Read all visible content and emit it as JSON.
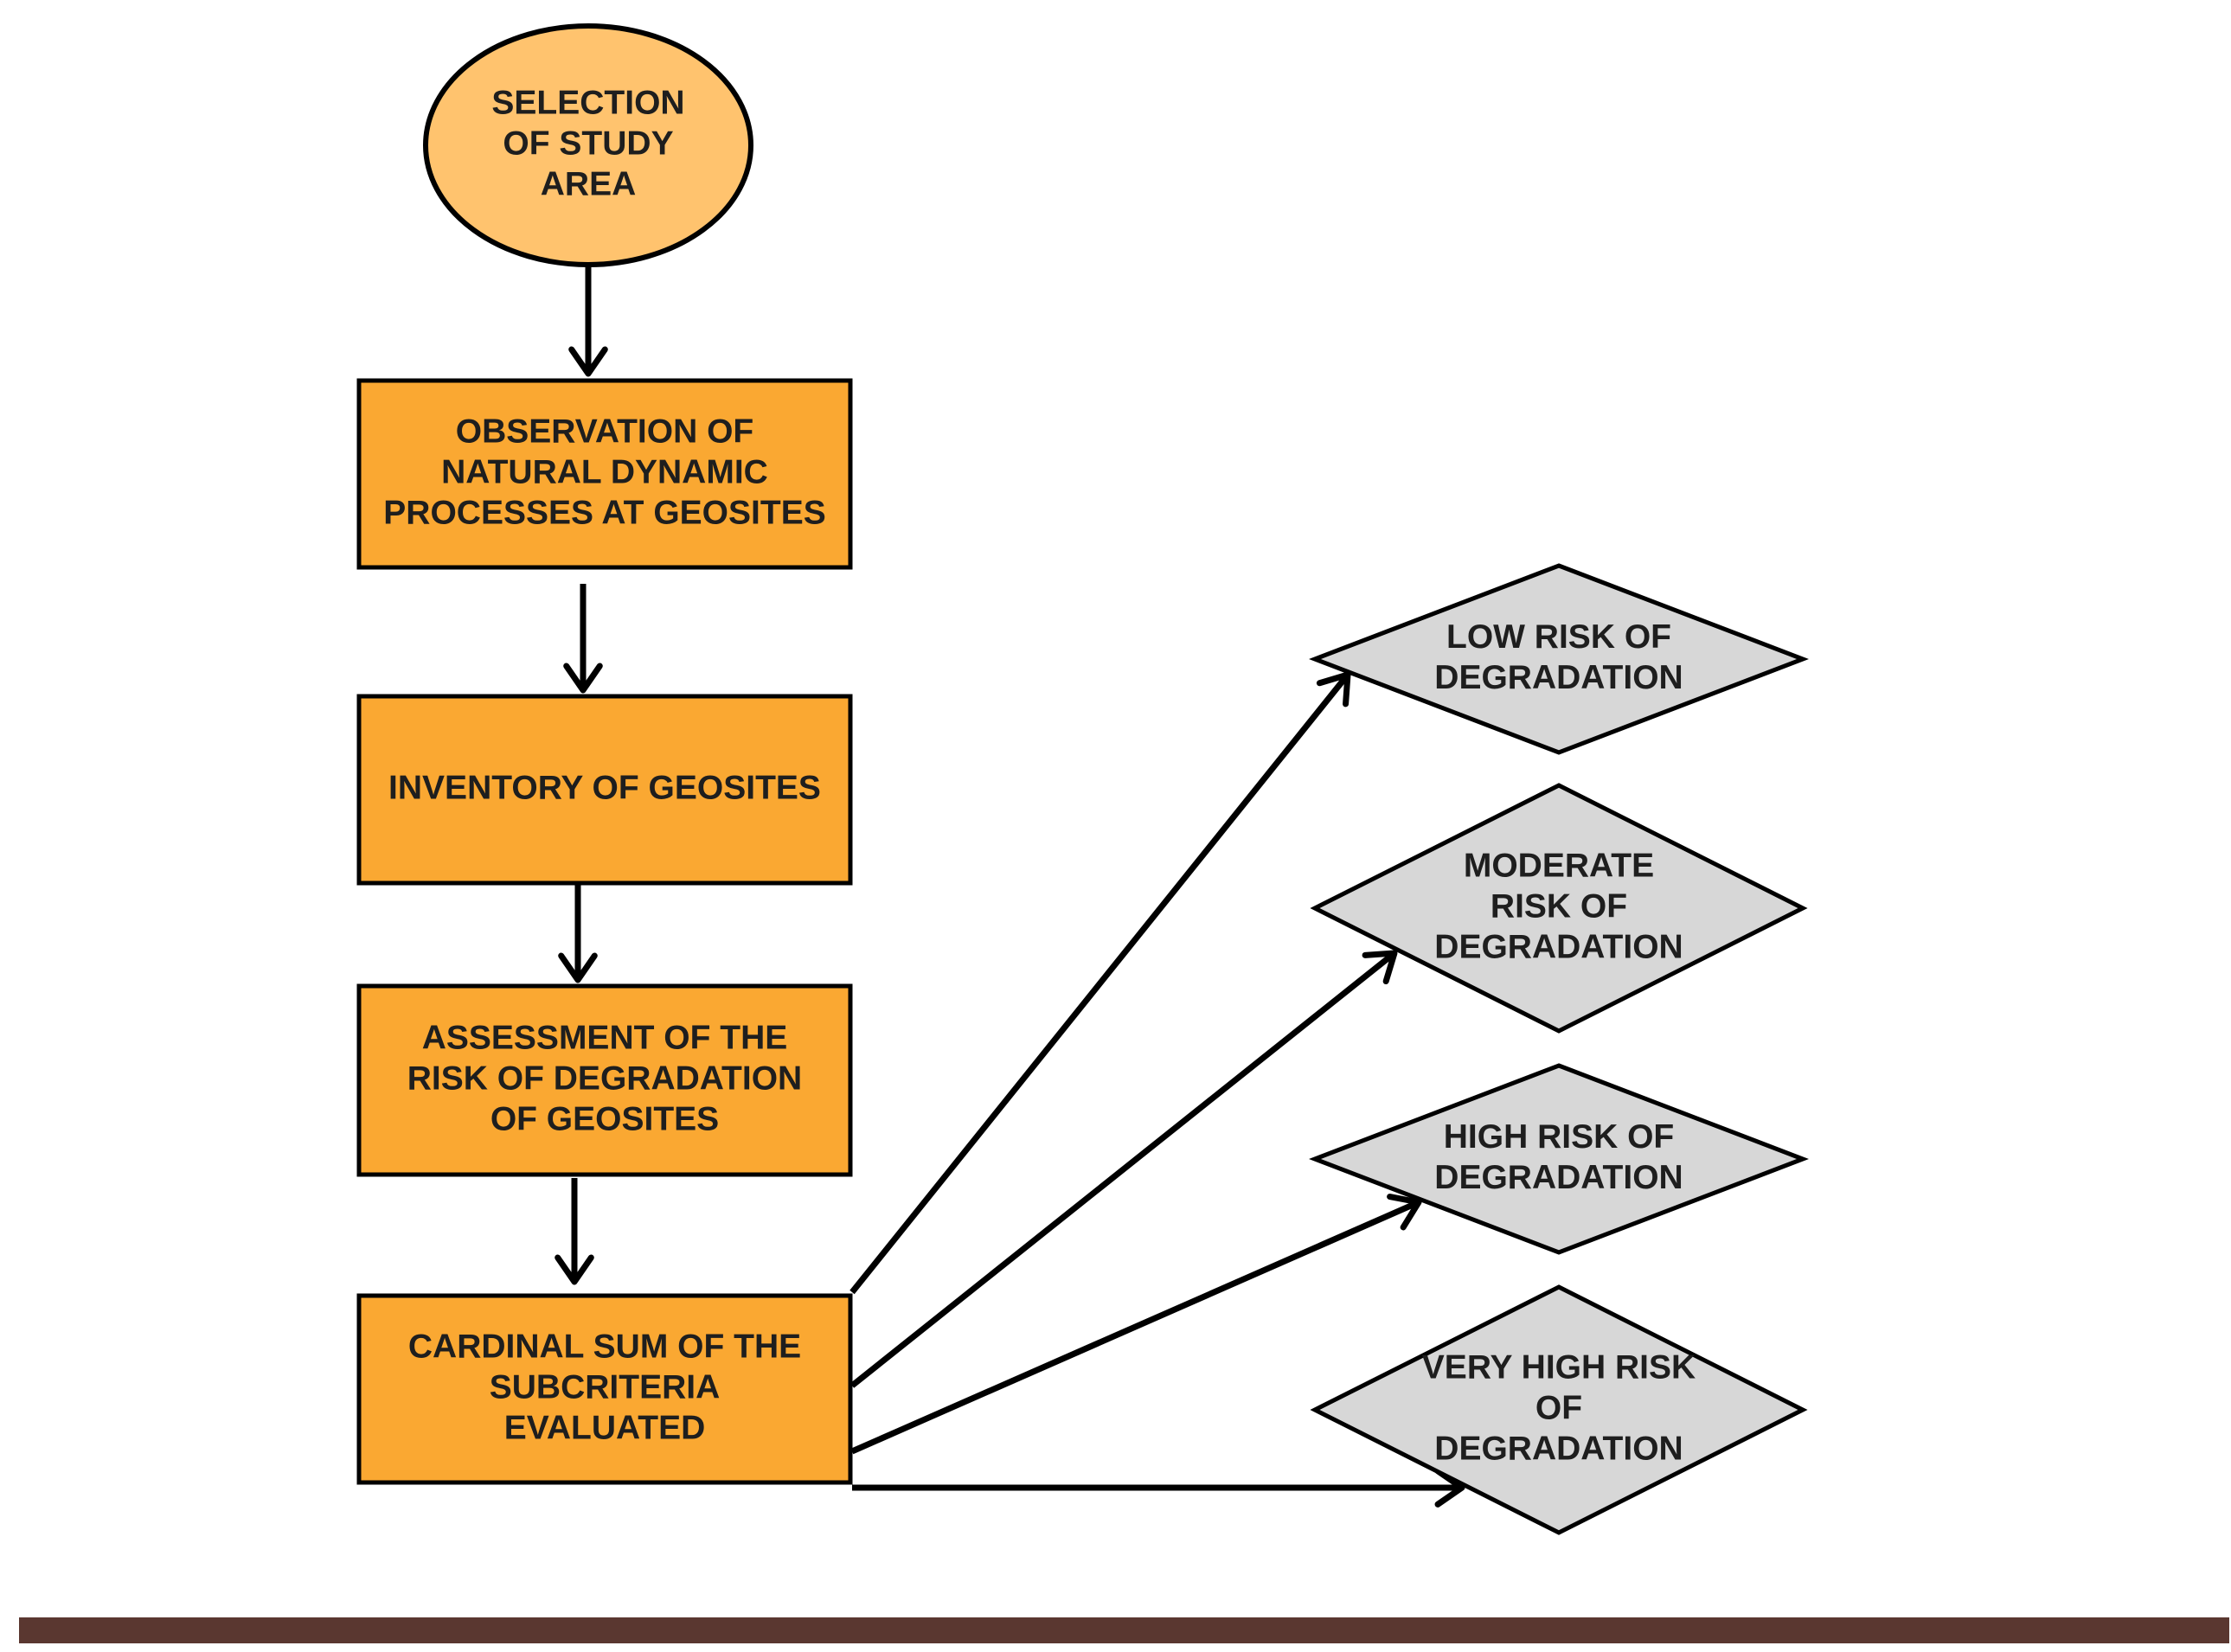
{
  "colors": {
    "start_fill": "#ffc36e",
    "process_fill": "#faa832",
    "outcome_fill": "#d7d7d7",
    "stroke": "#000000",
    "footer_bar": "#5a3730"
  },
  "flowchart": {
    "start": {
      "lines": [
        "SELECTION",
        "OF STUDY",
        "AREA"
      ]
    },
    "steps": [
      {
        "id": "observation",
        "lines": [
          "OBSERVATION OF",
          "NATURAL DYNAMIC",
          "PROCESSES AT GEOSITES"
        ]
      },
      {
        "id": "inventory",
        "lines": [
          "INVENTORY OF GEOSITES"
        ]
      },
      {
        "id": "assessment",
        "lines": [
          "ASSESSMENT OF THE",
          "RISK OF DEGRADATION",
          "OF GEOSITES"
        ]
      },
      {
        "id": "cardinal-sum",
        "lines": [
          "CARDINAL SUM OF THE",
          "SUBCRITERIA",
          "EVALUATED"
        ]
      }
    ],
    "outcomes": [
      {
        "id": "low-risk",
        "lines": [
          "LOW RISK OF",
          "DEGRADATION"
        ]
      },
      {
        "id": "moderate-risk",
        "lines": [
          "MODERATE",
          "RISK OF",
          "DEGRADATION"
        ]
      },
      {
        "id": "high-risk",
        "lines": [
          "HIGH RISK OF",
          "DEGRADATION"
        ]
      },
      {
        "id": "very-high-risk",
        "lines": [
          "VERY HIGH RISK",
          "OF",
          "DEGRADATION"
        ]
      }
    ]
  }
}
